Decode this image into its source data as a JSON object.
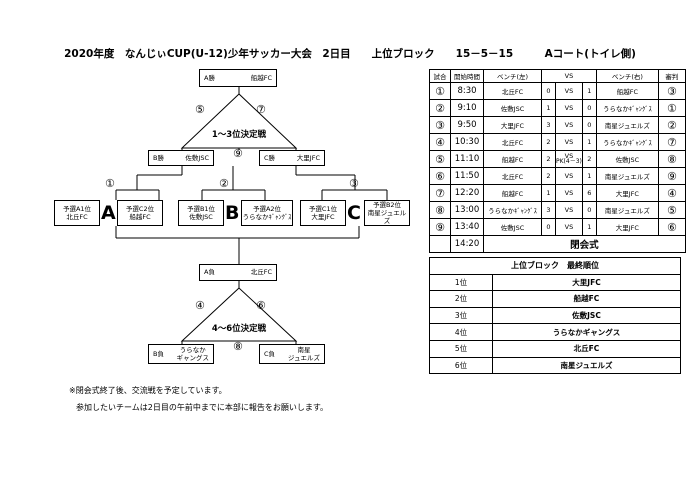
{
  "title": "2020年度　なんじぃCUP(U-12)少年サッカー大会　2日目　　上位ブロック　　15－5－15　　　Aコート(トイレ側)",
  "bracket_top": {
    "top_box": {
      "label": "A勝",
      "team": "船越FC"
    },
    "left_match": "⑤",
    "right_match": "⑦",
    "final_label": "1～3位決定戦",
    "bottom_match": "⑨",
    "bl_box": {
      "label": "B勝",
      "team": "佐敷JSC"
    },
    "br_box": {
      "label": "C勝",
      "team": "大里JFC"
    }
  },
  "groups": [
    {
      "match": "①",
      "letter": "A",
      "left": {
        "seed": "予選A1位",
        "team": "北丘FC"
      },
      "right": {
        "seed": "予選C2位",
        "team": "船越FC"
      }
    },
    {
      "match": "②",
      "letter": "B",
      "left": {
        "seed": "予選B1位",
        "team": "佐敷JSC"
      },
      "right": {
        "seed": "予選A2位",
        "team": "うらなかｷﾞｬﾝｸﾞｽ"
      }
    },
    {
      "match": "③",
      "letter": "C",
      "left": {
        "seed": "予選C1位",
        "team": "大里JFC"
      },
      "right": {
        "seed": "予選B2位",
        "team": "南星ジュエルズ"
      }
    }
  ],
  "bracket_bottom": {
    "top_box": {
      "label": "A負",
      "team": "北丘FC"
    },
    "left_match": "④",
    "right_match": "⑥",
    "final_label": "4～6位決定戦",
    "bottom_match": "⑧",
    "bl_box": {
      "label": "B負",
      "team1": "うらなか",
      "team2": "ギャングス"
    },
    "br_box": {
      "label": "C負",
      "team1": "南星",
      "team2": "ジュエルズ"
    }
  },
  "schedule": {
    "headers": [
      "試合",
      "開始時間",
      "ベンチ(左)",
      "VS",
      "ベンチ(右)",
      "審判"
    ],
    "rows": [
      {
        "no": "①",
        "time": "8:30",
        "left": "北丘FC",
        "sl": "0",
        "vs": "VS",
        "sr": "1",
        "right": "船越FC",
        "ref": "③"
      },
      {
        "no": "②",
        "time": "9:10",
        "left": "佐敷JSC",
        "sl": "1",
        "vs": "VS",
        "sr": "0",
        "right": "うらなかｷﾞｬﾝｸﾞｽ",
        "ref": "①"
      },
      {
        "no": "③",
        "time": "9:50",
        "left": "大里JFC",
        "sl": "3",
        "vs": "VS",
        "sr": "0",
        "right": "南星ジュエルズ",
        "ref": "②"
      },
      {
        "no": "④",
        "time": "10:30",
        "left": "北丘FC",
        "sl": "2",
        "vs": "VS",
        "sr": "1",
        "right": "うらなかｷﾞｬﾝｸﾞｽ",
        "ref": "⑦"
      },
      {
        "no": "⑤",
        "time": "11:10",
        "left": "船越FC",
        "sl": "2",
        "vs": "VS",
        "sr": "2",
        "pk": "PK(4－3)",
        "right": "佐敷JSC",
        "ref": "⑧"
      },
      {
        "no": "⑥",
        "time": "11:50",
        "left": "北丘FC",
        "sl": "2",
        "vs": "VS",
        "sr": "1",
        "right": "南星ジュエルズ",
        "ref": "⑨"
      },
      {
        "no": "⑦",
        "time": "12:20",
        "left": "船越FC",
        "sl": "1",
        "vs": "VS",
        "sr": "6",
        "right": "大里JFC",
        "ref": "④"
      },
      {
        "no": "⑧",
        "time": "13:00",
        "left": "うらなかｷﾞｬﾝｸﾞｽ",
        "sl": "3",
        "vs": "VS",
        "sr": "0",
        "right": "南星ジュエルズ",
        "ref": "⑤"
      },
      {
        "no": "⑨",
        "time": "13:40",
        "left": "佐敷JSC",
        "sl": "0",
        "vs": "VS",
        "sr": "1",
        "right": "大里JFC",
        "ref": "⑥"
      }
    ],
    "closing_time": "14:20",
    "closing_label": "閉会式"
  },
  "ranking": {
    "title": "上位ブロック　最終順位",
    "rows": [
      {
        "place": "1位",
        "team": "大里JFC"
      },
      {
        "place": "2位",
        "team": "船越FC"
      },
      {
        "place": "3位",
        "team": "佐敷JSC"
      },
      {
        "place": "4位",
        "team": "うらなかギャングス"
      },
      {
        "place": "5位",
        "team": "北丘FC"
      },
      {
        "place": "6位",
        "team": "南星ジュエルズ"
      }
    ]
  },
  "notes": [
    "※閉会式終了後、交流戦を予定しています。",
    "参加したいチームは2日目の午前中までに本部に報告をお願いします。"
  ]
}
